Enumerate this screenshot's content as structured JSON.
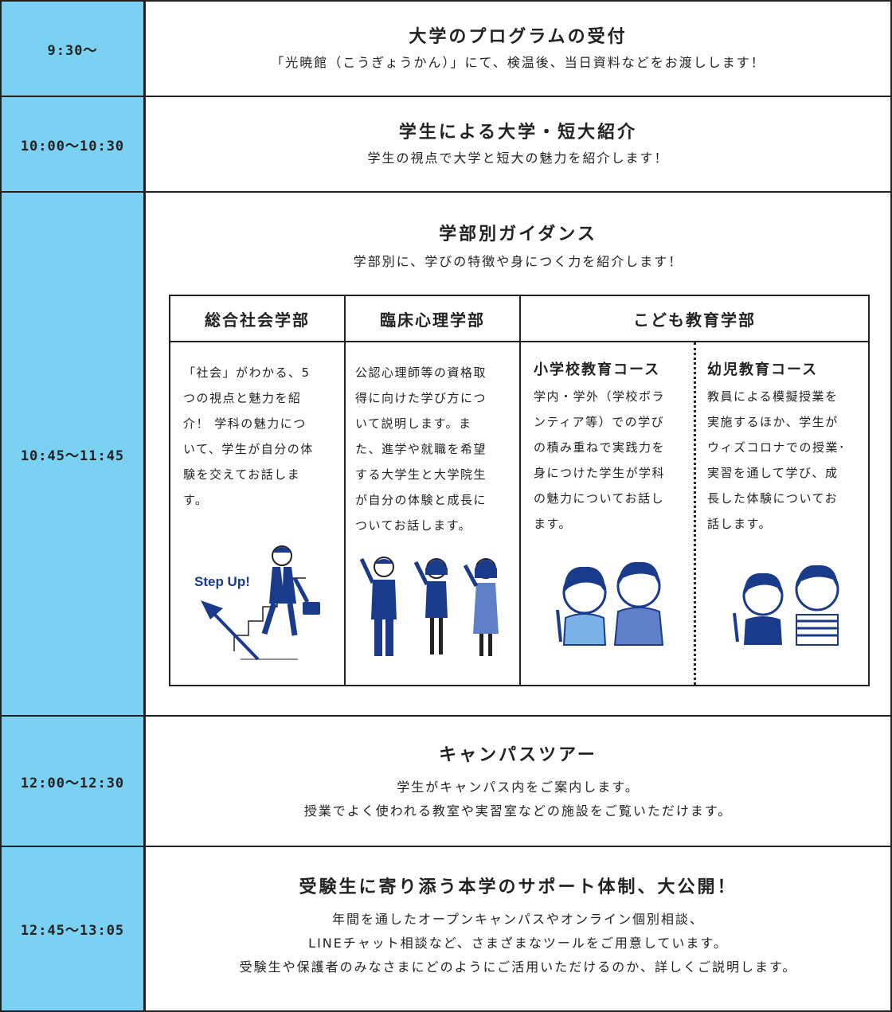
{
  "schedule": [
    {
      "time": "9:30〜",
      "title": "大学のプログラムの受付",
      "desc": [
        "「光暁館（こうぎょうかん）」にて、検温後、当日資料などをお渡しします！"
      ]
    },
    {
      "time": "10:00〜10:30",
      "title": "学生による大学・短大紹介",
      "desc": [
        "学生の視点で大学と短大の魅力を紹介します！"
      ]
    },
    {
      "time": "10:45〜11:45",
      "title": "学部別ガイダンス",
      "desc": [
        "学部別に、学びの特徴や身につく力を紹介します！"
      ]
    },
    {
      "time": "12:00〜12:30",
      "title": "キャンパスツアー",
      "desc": [
        "学生がキャンパス内をご案内します。",
        "授業でよく使われる教室や実習室などの施設をご覧いただけます。"
      ]
    },
    {
      "time": "12:45〜13:05",
      "title": "受験生に寄り添う本学のサポート体制、大公開！",
      "desc": [
        "年間を通したオープンキャンパスやオンライン個別相談、",
        "LINEチャット相談など、さまざまなツールをご用意しています。",
        "受験生や保護者のみなさまにどのようにご活用いただけるのか、詳しくご説明します。"
      ]
    }
  ],
  "faculties": {
    "sogo": {
      "name": "総合社会学部",
      "lines": [
        "「社会」がわかる、5",
        "つの視点と魅力を紹",
        "介！ 学科の魅力につ",
        "いて、学生が自分の体",
        "験を交えてお話しま",
        "す。"
      ]
    },
    "rinsho": {
      "name": "臨床心理学部",
      "lines": [
        "公認心理師等の資格取",
        "得に向けた学び方につ",
        "いて説明します。ま",
        "た、進学や就職を希望",
        "する大学生と大学院生",
        "が自分の体験と成長に",
        "ついてお話します。"
      ]
    },
    "kodomo": {
      "name": "こども教育学部",
      "courses": [
        {
          "name": "小学校教育コース",
          "lines": [
            "学内・学外（学校ボラ",
            "ンティア等）での学び",
            "の積み重ねで実践力を",
            "身につけた学生が学科",
            "の魅力についてお話し",
            "ます。"
          ]
        },
        {
          "name": "幼児教育コース",
          "lines": [
            "教員による模擬授業を",
            "実施するほか、学生が",
            "ウィズコロナでの授業･",
            "実習を通して学び、成",
            "長した体験についてお",
            "話します。"
          ]
        }
      ]
    }
  },
  "illustration": {
    "step_up_label": "Step Up!"
  },
  "colors": {
    "time_bg": "#7bd1f2",
    "navy": "#1a3a8c",
    "border": "#222222"
  }
}
